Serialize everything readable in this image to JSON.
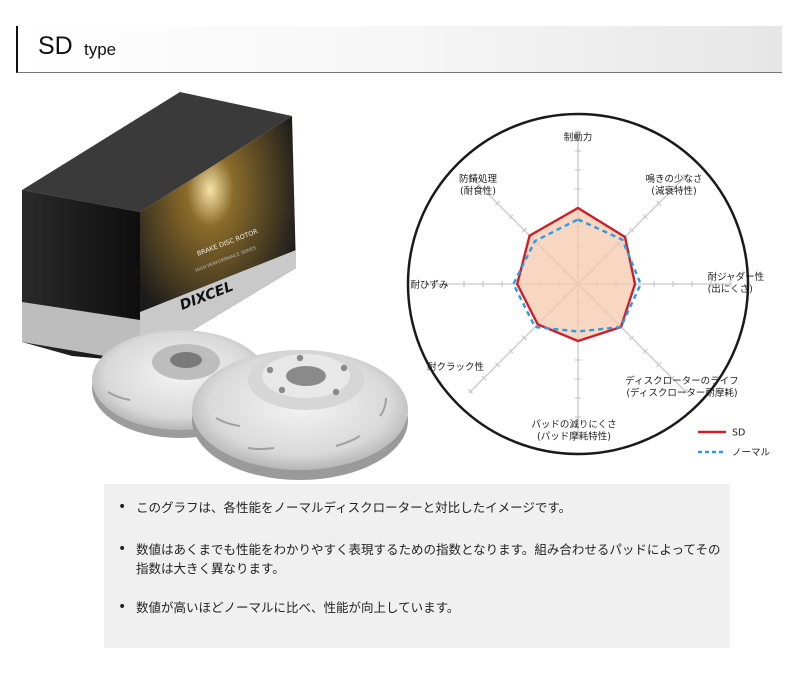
{
  "header": {
    "title": "SD",
    "subtitle": "type"
  },
  "product": {
    "box_title": "BRAKE DISC ROTOR",
    "box_subtitle": "HIGH PERFORMANCE SERIES",
    "brand": "DIXCEL"
  },
  "chart_data": {
    "type": "radar",
    "axes": [
      "制動力",
      "鳴きの少なさ(減衰特性)",
      "耐ジャダー性(出にくさ)",
      "ディスクローターのライフ(ディスクローター耐摩耗)",
      "パッドの減りにくさ(パッド摩耗特性)",
      "耐クラック性",
      "耐ひずみ",
      "防錆処理(耐食性)"
    ],
    "label_lines": [
      [
        "制動力"
      ],
      [
        "鳴きの少なさ",
        "(減衰特性)"
      ],
      [
        "耐ジャダー性",
        "(出にくさ)"
      ],
      [
        "ディスクローターのライフ",
        "(ディスクローター耐摩耗)"
      ],
      [
        "パッドの減りにくさ",
        "(パッド摩耗特性)"
      ],
      [
        "耐クラック性"
      ],
      [
        "耐ひずみ"
      ],
      [
        "防錆処理",
        "(耐食性)"
      ]
    ],
    "scale_max": 5,
    "series": [
      {
        "name": "SD",
        "color": "#cc1f2a",
        "style": "solid",
        "values": [
          4,
          3.5,
          3,
          3.2,
          3,
          3,
          3.2,
          3.6
        ]
      },
      {
        "name": "ノーマル",
        "color": "#2c9be2",
        "style": "dashed",
        "values": [
          3.4,
          3.3,
          3.3,
          3.2,
          2.5,
          3.2,
          3.4,
          3.2
        ]
      }
    ],
    "legend_position": "bottom-right",
    "fill_color": "#f6c9ad"
  },
  "notes": [
    "このグラフは、各性能をノーマルディスクローターと対比したイメージです。",
    "数値はあくまでも性能をわかりやすく表現するための指数となります。組み合わせるパッドによってその指数は大きく異なります。",
    "数値が高いほどノーマルに比べ、性能が向上しています。"
  ]
}
